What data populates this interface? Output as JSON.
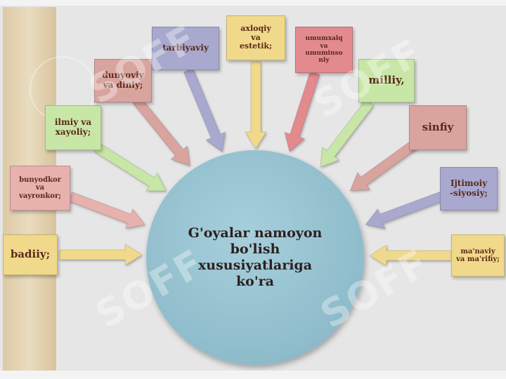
{
  "diagram": {
    "center": "G'oyalar  namoyon\nbo'lish\nxususiyatlariga\nko'ra",
    "nodes": [
      {
        "id": "badiiy",
        "label": "badiiy;"
      },
      {
        "id": "bunyodkor",
        "label": "bunyodkor\nva\nvayronkor;"
      },
      {
        "id": "ilmiy",
        "label": "ilmiy va\nxayoliy;"
      },
      {
        "id": "dunyoviy",
        "label": "dunyoviy\nva diniy;"
      },
      {
        "id": "tarbiyaviy",
        "label": "tarbiyaviy"
      },
      {
        "id": "axloqiy",
        "label": "axloqiy\nva\nestetik;"
      },
      {
        "id": "umuminsoniy",
        "label": "umumxalq\nva\numuminso\nniy"
      },
      {
        "id": "milliy",
        "label": "milliy,"
      },
      {
        "id": "sinfiy",
        "label": "sinfiy"
      },
      {
        "id": "ijtimoiy",
        "label": "Ijtimoiy\n-siyosiy;"
      },
      {
        "id": "manaviy",
        "label": "ma'naviy\nva ma'rifiy;"
      }
    ]
  },
  "watermark": "SOFF",
  "colors": {
    "pink": "#e7b1ad",
    "green": "#c8e6a6",
    "salmon": "#d9a49e",
    "lavender": "#a9a9cf",
    "yellow": "#f0d98a",
    "red": "#e28a8e",
    "hub": "#8fbccb"
  }
}
